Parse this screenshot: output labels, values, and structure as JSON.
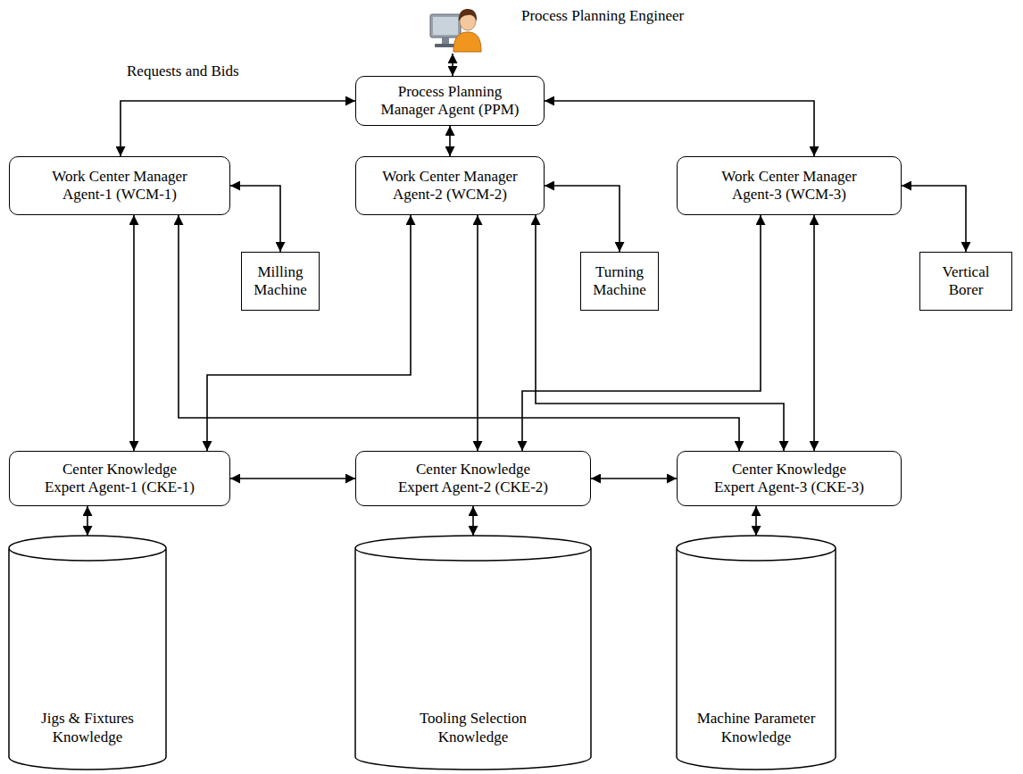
{
  "diagram": {
    "nodes": [
      {
        "text": [
          "Process Planning Engineer"
        ]
      },
      {
        "text": [
          "Process Planning Manager Agent (PPM)"
        ]
      },
      {
        "text": [
          "Work Center Manager Agent-1 (WCM-1)"
        ]
      },
      {
        "text": [
          "Work Center Manager Agent-2 (WCM-2)"
        ]
      },
      {
        "text": [
          "Work Center Manager Agent-3 (WCM-3)"
        ]
      },
      {
        "text": [
          "Milling Machine"
        ]
      },
      {
        "text": [
          "Turning Machine"
        ]
      },
      {
        "text": [
          "Vertical Borer"
        ]
      },
      {
        "text": [
          "Center Knowledge Expert Agent-1 (CKE-1)"
        ]
      },
      {
        "text": [
          "Center Knowledge Expert Agent-2 (CKE-2)"
        ]
      },
      {
        "text": [
          "Center Knowledge Expert Agent-3 (CKE-3)"
        ]
      },
      {
        "text": [
          "Jigs & Fixtures Knowledge"
        ]
      },
      {
        "text": [
          "Tooling Selection Knowledge"
        ]
      },
      {
        "text": [
          "Machine Parameter Knowledge"
        ]
      }
    ],
    "edges": [
      {
        "from": 0,
        "to": 1,
        "arrow": "both"
      },
      {
        "from": 1,
        "to": 2,
        "label": "Requests and Bids",
        "arrow": "both"
      },
      {
        "from": 1,
        "to": 3,
        "arrow": "both"
      },
      {
        "from": 1,
        "to": 4,
        "arrow": "both"
      },
      {
        "from": 2,
        "to": 5,
        "arrow": "both"
      },
      {
        "from": 3,
        "to": 6,
        "arrow": "both"
      },
      {
        "from": 4,
        "to": 7,
        "arrow": "both"
      },
      {
        "from": 2,
        "to": 8,
        "arrow": "both"
      },
      {
        "from": 2,
        "to": 10,
        "arrow": "both"
      },
      {
        "from": 3,
        "to": 8,
        "arrow": "both"
      },
      {
        "from": 3,
        "to": 9,
        "arrow": "both"
      },
      {
        "from": 3,
        "to": 10,
        "arrow": "both"
      },
      {
        "from": 4,
        "to": 9,
        "arrow": "both"
      },
      {
        "from": 4,
        "to": 10,
        "arrow": "both"
      },
      {
        "from": 8,
        "to": 9,
        "arrow": "both"
      },
      {
        "from": 9,
        "to": 10,
        "arrow": "both"
      },
      {
        "from": 8,
        "to": 11,
        "arrow": "both"
      },
      {
        "from": 9,
        "to": 12,
        "arrow": "both"
      },
      {
        "from": 10,
        "to": 13,
        "arrow": "both"
      }
    ]
  }
}
